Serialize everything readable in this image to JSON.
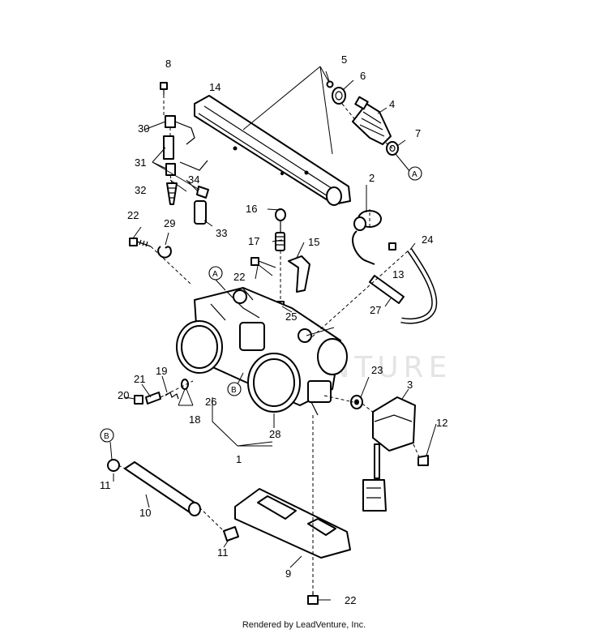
{
  "watermark": "VENTURE",
  "footer": "Rendered by LeadVenture, Inc.",
  "callouts": {
    "n1": "1",
    "n2": "2",
    "n3": "3",
    "n4": "4",
    "n5": "5",
    "n6": "6",
    "n7": "7",
    "n8": "8",
    "n9": "9",
    "n10": "10",
    "n11a": "11",
    "n11b": "11",
    "n12": "12",
    "n13": "13",
    "n14": "14",
    "n15": "15",
    "n16": "16",
    "n17": "17",
    "n18": "18",
    "n19": "19",
    "n20": "20",
    "n21": "21",
    "n22a": "22",
    "n22b": "22",
    "n22c": "22",
    "n23": "23",
    "n24": "24",
    "n25": "25",
    "n26": "26",
    "n27": "27",
    "n28": "28",
    "n29": "29",
    "n30": "30",
    "n31": "31",
    "n32": "32",
    "n33": "33",
    "n34": "34"
  },
  "refs": {
    "a1": "A",
    "a2": "A",
    "b1": "B",
    "b2": "B"
  }
}
